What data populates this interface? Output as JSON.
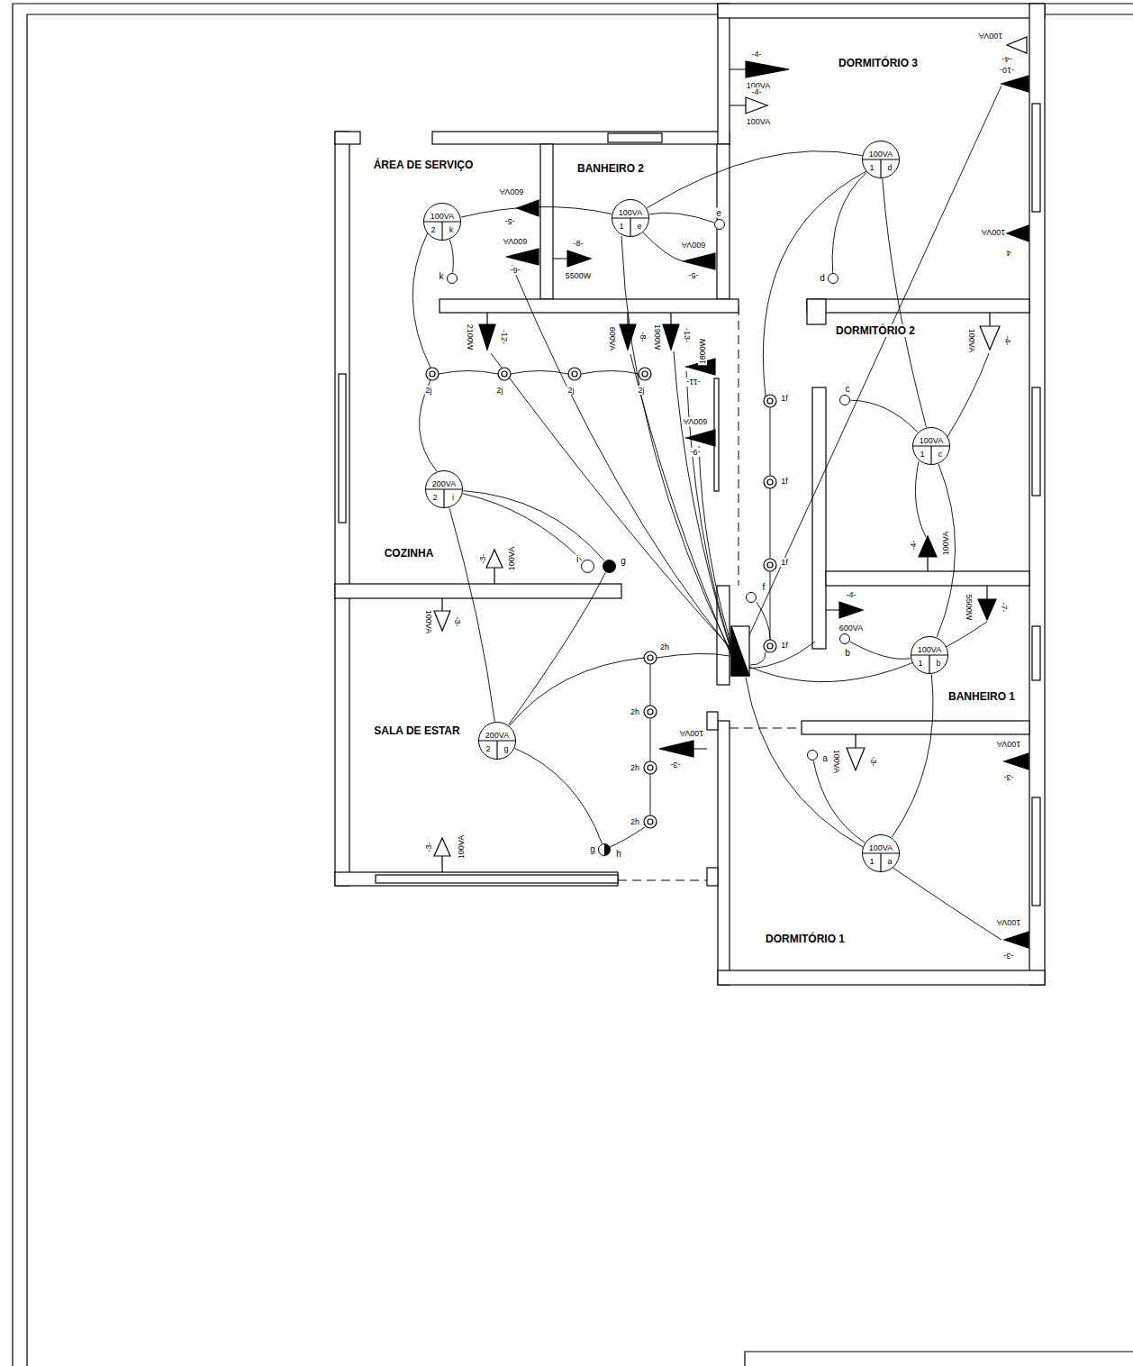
{
  "diagram": {
    "nodes": [
      {
        "text": [
          "100VA",
          "1",
          "d"
        ]
      },
      {
        "text": [
          "100VA",
          "1",
          "e"
        ]
      },
      {
        "text": [
          "100VA",
          "2",
          "k"
        ]
      },
      {
        "text": [
          "200VA",
          "2",
          "i"
        ]
      },
      {
        "text": [
          "200VA",
          "2",
          "g"
        ]
      },
      {
        "text": [
          "100VA",
          "1",
          "c"
        ]
      },
      {
        "text": [
          "100VA",
          "1",
          "b"
        ]
      },
      {
        "text": [
          "100VA",
          "1",
          "a"
        ]
      },
      {
        "text": [
          "e"
        ]
      },
      {
        "text": [
          "k"
        ]
      },
      {
        "text": [
          "d"
        ]
      },
      {
        "text": [
          "c"
        ]
      },
      {
        "text": [
          "f"
        ]
      },
      {
        "text": [
          "b"
        ]
      },
      {
        "text": [
          "a"
        ]
      },
      {
        "text": [
          "i"
        ]
      },
      {
        "text": [
          "g"
        ]
      },
      {
        "text": [
          "g",
          "h"
        ]
      }
    ],
    "edges": [
      {
        "from": 0,
        "to": 1,
        "arrow": "none"
      },
      {
        "from": 0,
        "to": 10,
        "arrow": "none"
      },
      {
        "from": 0,
        "to": 5,
        "arrow": "none"
      },
      {
        "from": 1,
        "to": 8,
        "arrow": "none"
      },
      {
        "from": 1,
        "to": 2,
        "arrow": "none"
      },
      {
        "from": 2,
        "to": 9,
        "arrow": "none"
      },
      {
        "from": 3,
        "to": 15,
        "arrow": "none"
      },
      {
        "from": 3,
        "to": 16,
        "arrow": "none"
      },
      {
        "from": 3,
        "to": 4,
        "arrow": "none"
      },
      {
        "from": 4,
        "to": 16,
        "arrow": "none"
      },
      {
        "from": 4,
        "to": 17,
        "arrow": "none"
      },
      {
        "from": 5,
        "to": 11,
        "arrow": "none"
      },
      {
        "from": 5,
        "to": 6,
        "arrow": "none"
      },
      {
        "from": 6,
        "to": 13,
        "arrow": "none"
      },
      {
        "from": 6,
        "to": 7,
        "arrow": "none"
      },
      {
        "from": 7,
        "to": 14,
        "arrow": "none"
      }
    ],
    "labels": [
      "DORMITÓRIO 3",
      "ÁREA DE SERVIÇO",
      "BANHEIRO 2",
      "DORMITÓRIO 2",
      "COZINHA",
      "SALA DE ESTAR",
      "BANHEIRO 1",
      "DORMITÓRIO 1",
      "-4-",
      "100VA",
      "-4-",
      "100VA",
      "100VA",
      "-4-",
      "-10-",
      "100VA",
      "4",
      "600VA",
      "-5-",
      "600VA",
      "-6-",
      "-8-",
      "5500W",
      "600VA",
      "-5-",
      "2100W",
      "-12-",
      "600VA",
      "-8-",
      "1900W",
      "-13-",
      "1800W",
      "-11-",
      "600VA",
      "-9-",
      "-3-",
      "100VA",
      "100VA",
      "-3-",
      "-3-",
      "100VA",
      "100VA",
      "-3-",
      "100VA",
      "-4-",
      "-4-",
      "100VA",
      "-4-",
      "600VA",
      "5500W",
      "-7-",
      "100VA",
      "-3-",
      "100VA",
      "-3-",
      "100VA",
      "-3-",
      "2j",
      "2j",
      "2j",
      "2j",
      "1f",
      "1f",
      "1f",
      "1f",
      "2h",
      "2h",
      "2h",
      "2h"
    ]
  }
}
